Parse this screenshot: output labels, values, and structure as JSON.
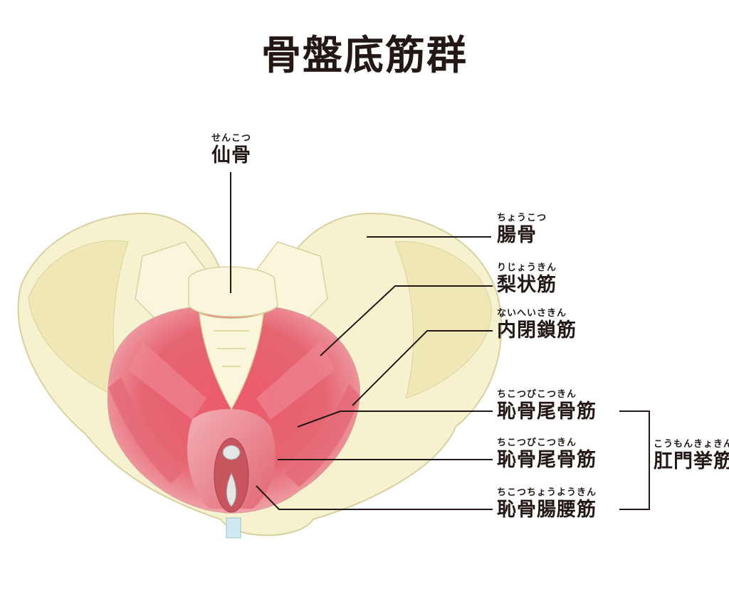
{
  "title": "骨盤底筋群",
  "labels": {
    "sacrum": {
      "ruby": "せんこつ",
      "text": "仙骨"
    },
    "ilium": {
      "ruby": "ちょうこつ",
      "text": "腸骨"
    },
    "piriformis": {
      "ruby": "りじょうきん",
      "text": "梨状筋"
    },
    "obturator_internus": {
      "ruby": "ないへいさきん",
      "text": "内閉鎖筋"
    },
    "coccygeus": {
      "ruby": "ちこつびこつきん",
      "text": "恥骨尾骨筋"
    },
    "pubococcygeus": {
      "ruby": "ちこつびこつきん",
      "text": "恥骨尾骨筋"
    },
    "iliococcygeus": {
      "ruby": "ちこつちょうようきん",
      "text": "恥骨腸腰筋"
    },
    "levator_ani": {
      "ruby": "こうもんきょきん",
      "text": "肛門挙筋"
    }
  },
  "colors": {
    "bone": "#f6f2cf",
    "bone_outline": "#d9d0a0",
    "muscle": "#e87a84",
    "muscle_dark": "#d85a66",
    "leader": "#231815"
  }
}
